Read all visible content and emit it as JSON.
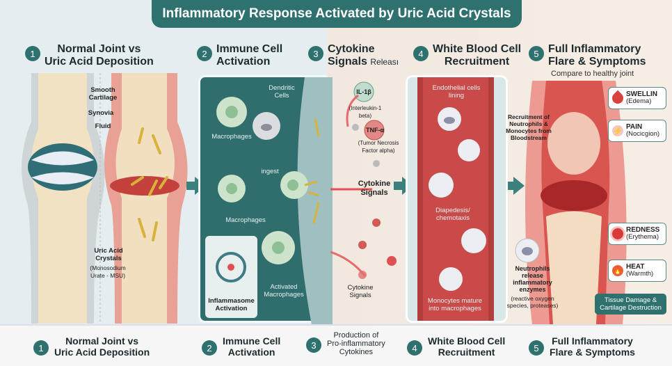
{
  "title": "Inflammatory Response Activated by Uric Acid Crystals",
  "steps": [
    {
      "num": "1",
      "title_line1": "Normal Joint vs",
      "title_line2": "Uric Acid Deposition"
    },
    {
      "num": "2",
      "title_line1": "Immune Cell",
      "title_line2": "Activation"
    },
    {
      "num": "3",
      "title_line1": "Cytokine",
      "title_line2": "Signals",
      "title_suffix": "Releası"
    },
    {
      "num": "4",
      "title_line1": "White Blood Cell",
      "title_line2": "Recruitment"
    },
    {
      "num": "5",
      "title_line1": "Full Inflammatory",
      "title_line2": "Flare & Symptoms",
      "subtitle": "Compare to healthy joint"
    }
  ],
  "panel1": {
    "smooth_cartilage": "Smooth Cartilage",
    "synovia": "Synovia",
    "fluid": "Fluid",
    "crystals": "Uric Acid Crystals",
    "crystals_note": "(Monosodium Urate - MSU)"
  },
  "panel2": {
    "dendritic": "Dendritic Cells",
    "macrophages_top": "Macrophages",
    "ingest": "ingest",
    "macrophages_mid": "Macrophages",
    "activated": "Activated Macrophages",
    "inflammasome": "Inflammasome Activation"
  },
  "panel3": {
    "il1b": "IL-1β",
    "il1b_note": "(Interleukin-1 beta)",
    "tnf": "TNF-α",
    "tnf_note": "(Tumor Necrosis Factor alpha)",
    "signals_mid": "Cytokine Signals",
    "signals_bottom": "Cytokine Signals"
  },
  "panel4": {
    "endothelial": "Endothelial cells lining",
    "diapedesis": "Diapedesis/ chemotaxis",
    "monocytes": "Monocytes mature into macrophages"
  },
  "panel5": {
    "recruitment": "Recruitment of Neutrophils & Monocytes from Bloodstream",
    "neutrophils": "Neutrophils release inflammatory enzymes",
    "neutrophils_note": "(reactive oxygen species, proteases)",
    "symptoms": [
      {
        "name": "SWELLIN",
        "note": "(Edema)",
        "icon": "drop-icon",
        "color": "#d9413f"
      },
      {
        "name": "PAIN",
        "note": "(Nocicgion)",
        "icon": "lightning-icon",
        "color": "#e05050"
      },
      {
        "name": "REDNESS",
        "note": "(Erythema)",
        "icon": "red-dot-icon",
        "color": "#d83a3a"
      },
      {
        "name": "HEAT",
        "note": "(Warmth)",
        "icon": "flame-icon",
        "color": "#e8603a"
      }
    ],
    "tissue_damage": "Tissue Damage & Cartilage Destruction"
  },
  "bottom": [
    {
      "num": "1",
      "line1": "Normal Joint vs",
      "line2": "Uric Acid Deposition"
    },
    {
      "num": "2",
      "line1": "Immune Cell",
      "line2": "Activation"
    },
    {
      "num": "3",
      "line1": "Production of",
      "line2": "Pro-inflammatory",
      "line3": "Cytokines"
    },
    {
      "num": "4",
      "line1": "White Blood Cell",
      "line2": "Recruitment"
    },
    {
      "num": "5",
      "line1": "Full Inflammatory",
      "line2": "Flare & Symptoms"
    }
  ],
  "colors": {
    "teal": "#2f716f",
    "red": "#d9413f",
    "crystal": "#d8b23a"
  }
}
